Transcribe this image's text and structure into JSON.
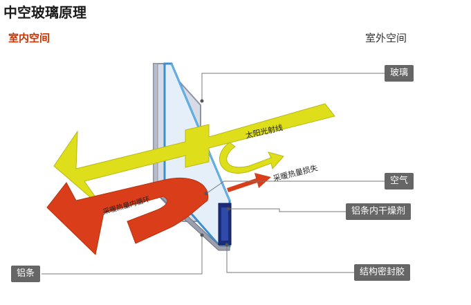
{
  "title": "中空玻璃原理",
  "labels": {
    "indoor": "室内空间",
    "outdoor": "室外空间"
  },
  "callouts": {
    "glass": "玻璃",
    "air": "空气",
    "desiccant": "铝条内干燥剂",
    "aluminum_strip": "铝条",
    "sealant": "结构密封胶"
  },
  "arrows": {
    "solar": "太阳光射线",
    "heat_loss": "采暖热量损失",
    "heat_circulation": "采暖热量内循环"
  },
  "colors": {
    "solar_arrow": "#dede1a",
    "heat_arrow": "#d93d1a",
    "callout_bg": "#666666",
    "indoor_label": "#cc3300"
  }
}
